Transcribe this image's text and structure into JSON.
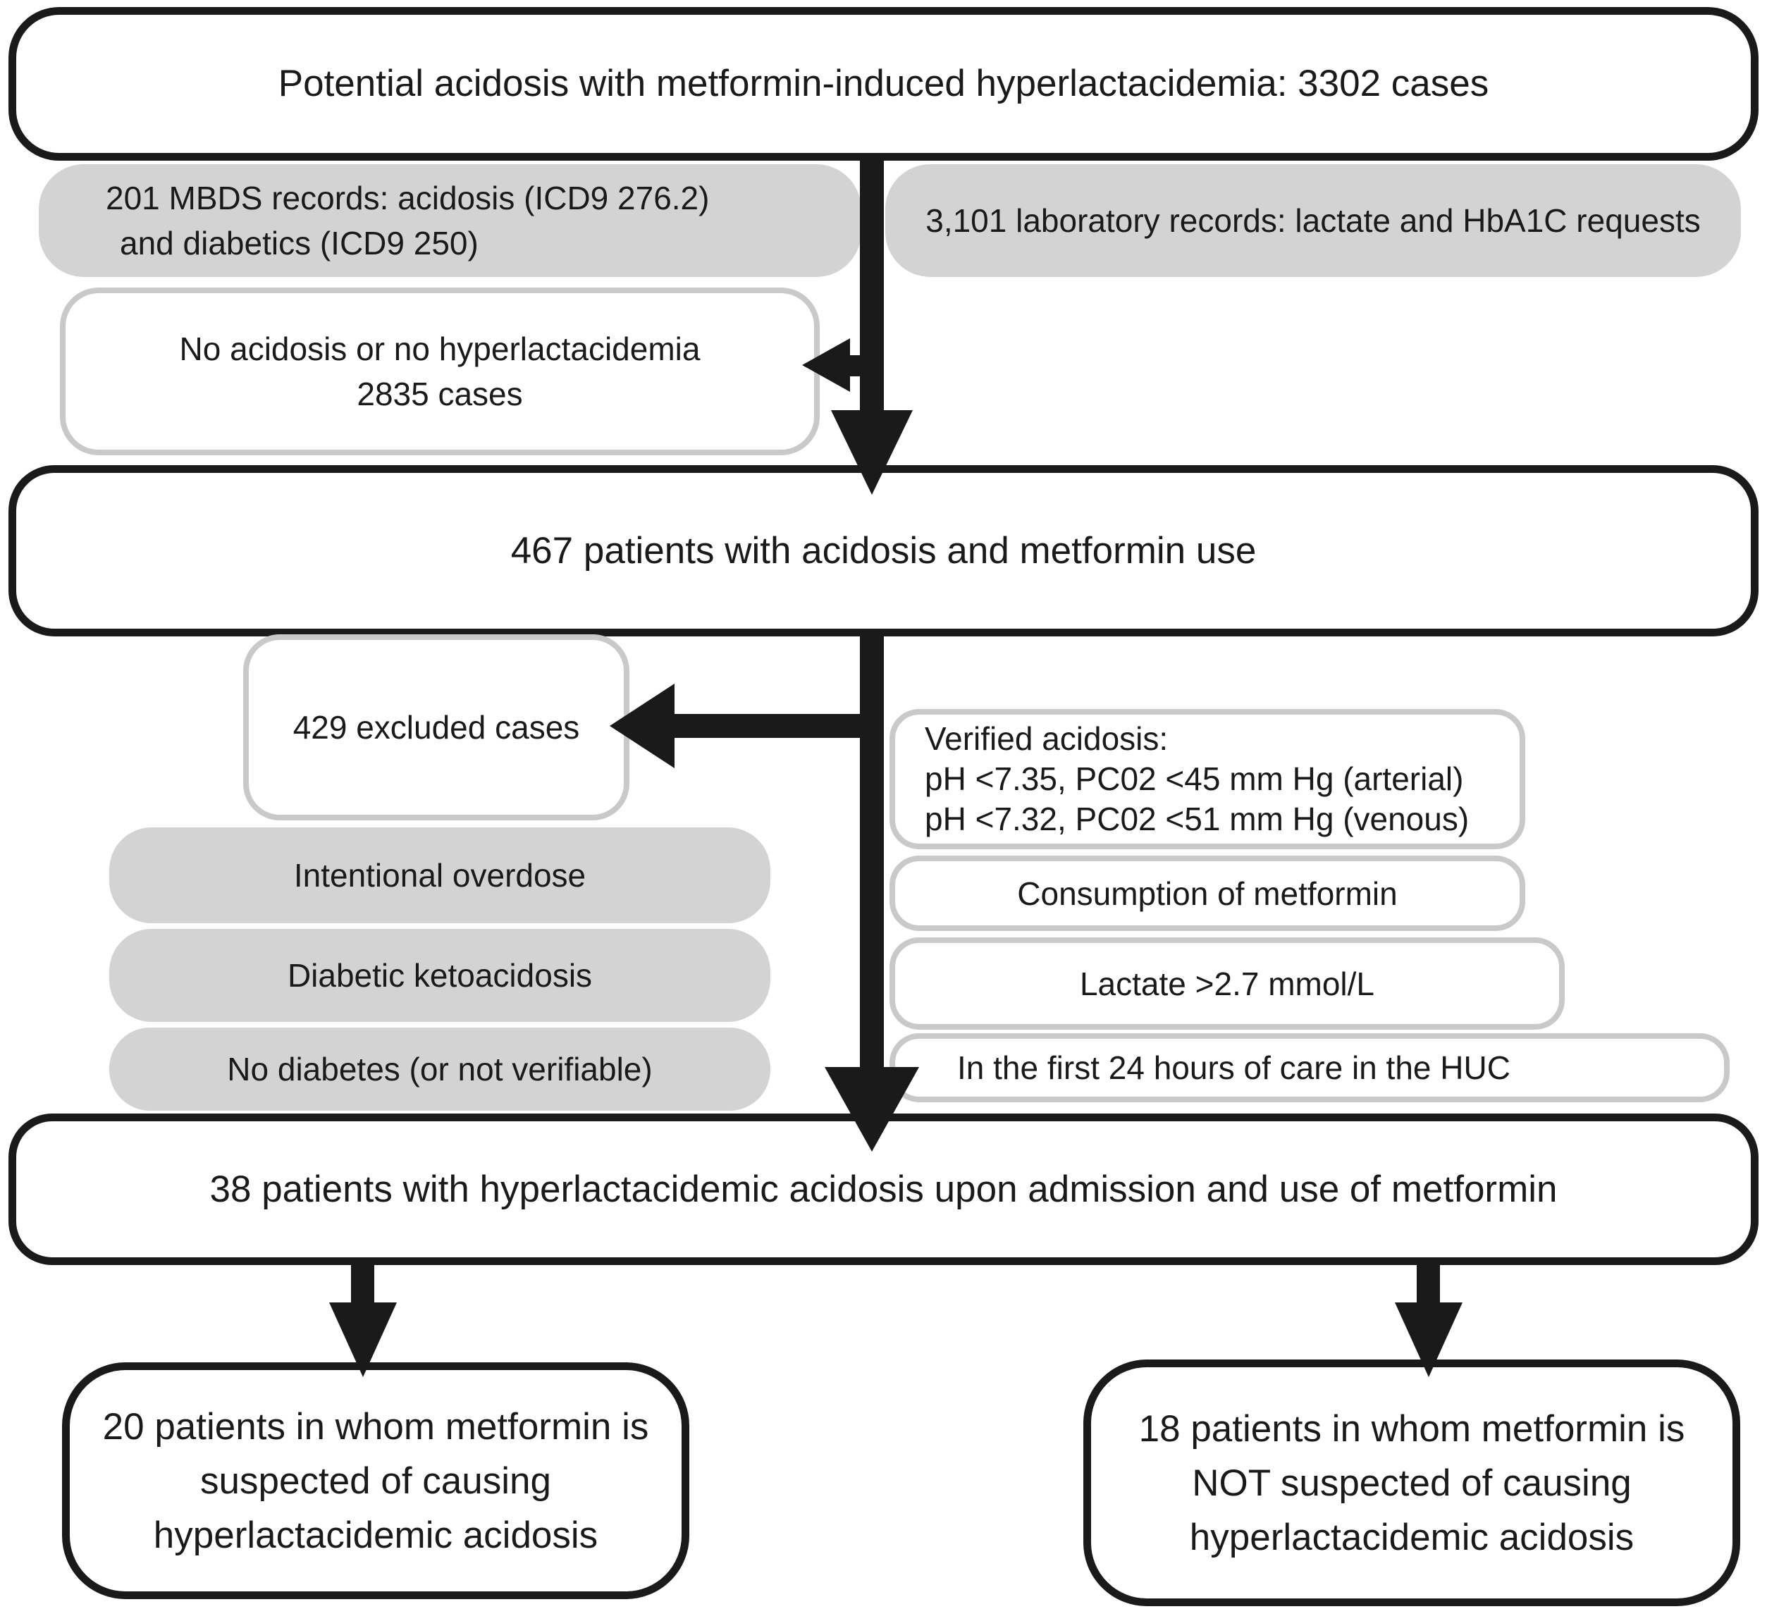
{
  "colors": {
    "background": "#ffffff",
    "ink": "#1a1a1a",
    "gray_fill": "#d3d3d4",
    "light_box_border": "#c9c9ca"
  },
  "nodes": {
    "source": {
      "lines": [
        "Potential acidosis with metformin-induced hyperlactacidemia: 3302 cases"
      ]
    },
    "mbds": {
      "lines": [
        "201 MBDS records: acidosis (ICD9 276.2)",
        "and diabetics (ICD9 250)"
      ]
    },
    "lab": {
      "lines": [
        "3,101 laboratory records: lactate and HbA1C requests"
      ]
    },
    "no_acidosis": {
      "lines": [
        "No acidosis or no hyperlactacidemia",
        "2835 cases"
      ]
    },
    "acidosis_metformin": {
      "lines": [
        "467 patients with acidosis and metformin use"
      ]
    },
    "excluded": {
      "lines": [
        "429 excluded cases"
      ]
    },
    "exclusion_reasons": [
      {
        "lines": [
          "Intentional overdose"
        ]
      },
      {
        "lines": [
          "Diabetic ketoacidosis"
        ]
      },
      {
        "lines": [
          "No diabetes (or not verifiable)"
        ]
      }
    ],
    "verified": {
      "lines": [
        "Verified acidosis:",
        "pH <7.35, PC02 <45 mm Hg (arterial)",
        "pH <7.32, PC02 <51 mm Hg (venous)"
      ]
    },
    "consumption": {
      "lines": [
        "Consumption of metformin"
      ]
    },
    "lactate": {
      "lines": [
        "Lactate >2.7 mmol/L"
      ]
    },
    "first24": {
      "lines": [
        "In the first 24 hours of care in the HUC"
      ]
    },
    "admission": {
      "lines": [
        "38 patients with hyperlactacidemic acidosis upon admission and use of metformin"
      ]
    },
    "suspected": {
      "lines": [
        "20 patients in whom metformin is",
        "suspected of causing",
        "hyperlactacidemic acidosis"
      ]
    },
    "not_suspected": {
      "lines": [
        "18 patients in whom metformin is",
        "NOT suspected of causing",
        "hyperlactacidemic acidosis"
      ]
    }
  }
}
